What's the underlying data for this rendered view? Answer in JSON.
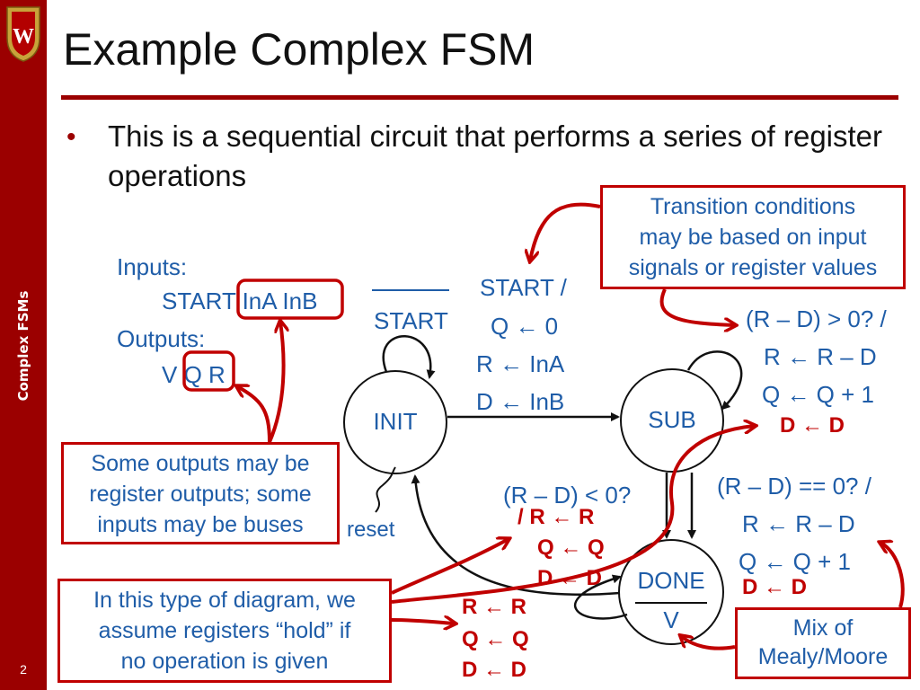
{
  "sidebar": {
    "title": "Complex FSMs",
    "page_number": "2",
    "color": "#9b0000"
  },
  "slide": {
    "title": "Example Complex FSM",
    "bullet": "This is a sequential circuit that performs a series of register operations"
  },
  "io": {
    "inputs_label": "Inputs:",
    "inputs_value": "START InA InB",
    "outputs_label": "Outputs:",
    "outputs_value": "V Q R"
  },
  "fsm": {
    "states": {
      "init": "INIT",
      "sub": "SUB",
      "done": "DONE",
      "done_output": "V"
    },
    "init_self_loop": "START",
    "init_to_sub": [
      "START /",
      "Q ← 0",
      "R ← InA",
      "D ← InB"
    ],
    "sub_self_loop": [
      "(R – D) > 0? /",
      "R ← R – D",
      "Q ← Q + 1"
    ],
    "sub_self_loop_hold": "D ← D",
    "sub_to_done_lt": "(R – D) < 0?",
    "sub_to_done_lt_hold": [
      "/ R ← R",
      "Q ← Q",
      "D ← D"
    ],
    "sub_to_done_eq": [
      "(R – D) == 0? /",
      "R ← R – D",
      "Q ← Q + 1"
    ],
    "sub_to_done_eq_hold": "D ← D",
    "done_hold": [
      "R ← R",
      "Q ← Q",
      "D ← D"
    ],
    "reset": "reset"
  },
  "callouts": {
    "transition": [
      "Transition conditions",
      "may be based on input",
      "signals or register values"
    ],
    "outputs": [
      "Some outputs may be",
      "register outputs; some",
      "inputs may be buses"
    ],
    "hold": [
      "In this type of diagram, we",
      "assume registers “hold” if",
      "no operation is given"
    ],
    "mix": [
      "Mix of",
      "Mealy/Moore"
    ]
  },
  "colors": {
    "accent": "#9b0000",
    "callout_border": "#c00000",
    "text_blue": "#1f5da8",
    "hold_red": "#c00000"
  }
}
